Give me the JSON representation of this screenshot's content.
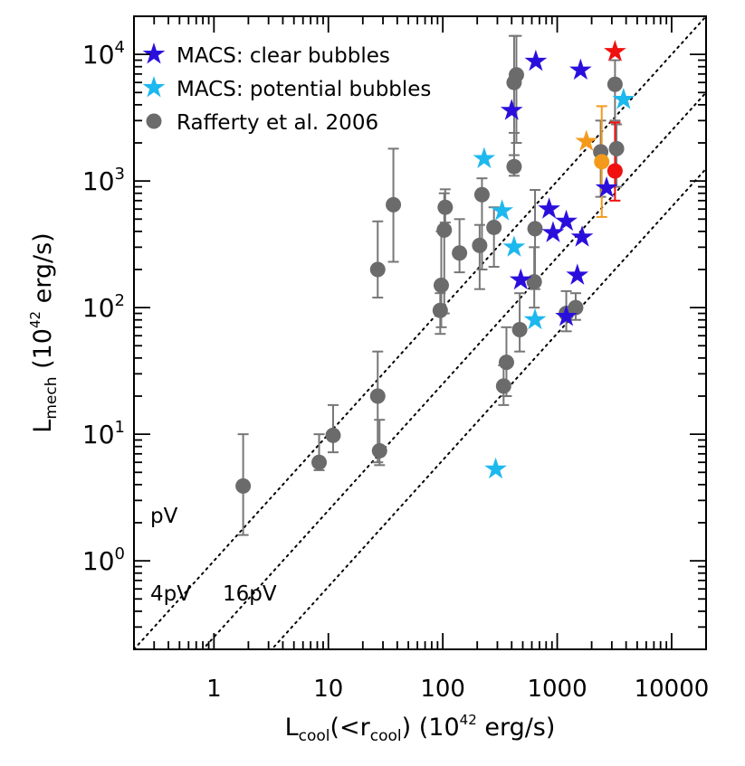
{
  "chart_data": {
    "type": "scatter",
    "title": "",
    "xscale": "log",
    "yscale": "log",
    "xlim": [
      0.2,
      20000
    ],
    "ylim": [
      0.2,
      20000
    ],
    "grid": false,
    "legend_position": "top-left",
    "xlabel": {
      "main": "L",
      "sub": "cool",
      "mid": "(<r",
      "sub2": "cool",
      "after": ") (10",
      "sup": "42",
      "tail": " erg/s)"
    },
    "ylabel": {
      "main": "L",
      "sub": "mech",
      "after": " (10",
      "sup": "42",
      "tail": " erg/s)"
    },
    "xticks": [
      {
        "v": 1,
        "t": "1"
      },
      {
        "v": 10,
        "t": "10"
      },
      {
        "v": 100,
        "t": "100"
      },
      {
        "v": 1000,
        "t": "1000"
      },
      {
        "v": 10000,
        "t": "10000"
      }
    ],
    "yticks": [
      {
        "v": 1,
        "e": "0"
      },
      {
        "v": 10,
        "e": "1"
      },
      {
        "v": 100,
        "e": "2"
      },
      {
        "v": 1000,
        "e": "3"
      },
      {
        "v": 10000,
        "e": "4"
      }
    ],
    "ytick_base": "10",
    "ref_lines": [
      {
        "label": "pV",
        "factor": 1
      },
      {
        "label": "4pV",
        "factor": 4
      },
      {
        "label": "16pV",
        "factor": 16
      }
    ],
    "legend": [
      {
        "label": "MACS: clear bubbles",
        "marker": "star",
        "color": "#2a0fdc"
      },
      {
        "label": "MACS: potential bubbles",
        "marker": "star",
        "color": "#1cb8ee"
      },
      {
        "label": "Rafferty et al. 2006",
        "marker": "circle",
        "color": "#6b6b6b"
      }
    ],
    "series": [
      {
        "name": "Rafferty et al. 2006",
        "marker": "circle",
        "color": "#6b6b6b",
        "points": [
          {
            "x": 1.8,
            "y": 3.9,
            "ylo": 1.6,
            "yhi": 10
          },
          {
            "x": 8.3,
            "y": 6.0,
            "ylo": 5.2,
            "yhi": 10
          },
          {
            "x": 11,
            "y": 9.8,
            "ylo": 7.2,
            "yhi": 17
          },
          {
            "x": 27,
            "y": 20,
            "ylo": 6,
            "yhi": 45
          },
          {
            "x": 28,
            "y": 7.4,
            "ylo": 5.7,
            "yhi": 13
          },
          {
            "x": 27,
            "y": 200,
            "ylo": 120,
            "yhi": 480
          },
          {
            "x": 37,
            "y": 650,
            "ylo": 230,
            "yhi": 1800
          },
          {
            "x": 95,
            "y": 95,
            "ylo": 62,
            "yhi": 130
          },
          {
            "x": 97,
            "y": 150,
            "ylo": 70,
            "yhi": 400
          },
          {
            "x": 103,
            "y": 410,
            "ylo": 90,
            "yhi": 800
          },
          {
            "x": 105,
            "y": 620,
            "ylo": 470,
            "yhi": 860
          },
          {
            "x": 140,
            "y": 270,
            "ylo": 190,
            "yhi": 500
          },
          {
            "x": 210,
            "y": 310,
            "ylo": 140,
            "yhi": 450
          },
          {
            "x": 220,
            "y": 780,
            "ylo": 200,
            "yhi": 1050
          },
          {
            "x": 280,
            "y": 430,
            "ylo": 210,
            "yhi": 620
          },
          {
            "x": 340,
            "y": 24,
            "ylo": 17,
            "yhi": 35
          },
          {
            "x": 360,
            "y": 37,
            "ylo": 20,
            "yhi": 70
          },
          {
            "x": 420,
            "y": 1300,
            "ylo": 1100,
            "yhi": 2400
          },
          {
            "x": 420,
            "y": 6000,
            "ylo": 1600,
            "yhi": 14000
          },
          {
            "x": 440,
            "y": 6900,
            "ylo": 2000,
            "yhi": 14000
          },
          {
            "x": 470,
            "y": 67,
            "ylo": 45,
            "yhi": 130
          },
          {
            "x": 630,
            "y": 160,
            "ylo": 100,
            "yhi": 300
          },
          {
            "x": 640,
            "y": 420,
            "ylo": 140,
            "yhi": 850
          },
          {
            "x": 1200,
            "y": 90,
            "ylo": 65,
            "yhi": 135
          },
          {
            "x": 1450,
            "y": 100,
            "ylo": 80,
            "yhi": 130
          },
          {
            "x": 2400,
            "y": 1700,
            "ylo": 750,
            "yhi": 3000
          },
          {
            "x": 3200,
            "y": 5800,
            "ylo": 3000,
            "yhi": 9000
          },
          {
            "x": 3300,
            "y": 1800,
            "ylo": 900,
            "yhi": 2800
          }
        ]
      },
      {
        "name": "MACS: clear bubbles",
        "marker": "star",
        "color": "#2a0fdc",
        "points": [
          {
            "x": 400,
            "y": 3600
          },
          {
            "x": 650,
            "y": 8800
          },
          {
            "x": 1600,
            "y": 7500
          },
          {
            "x": 480,
            "y": 165
          },
          {
            "x": 850,
            "y": 600
          },
          {
            "x": 920,
            "y": 390
          },
          {
            "x": 1200,
            "y": 480
          },
          {
            "x": 1650,
            "y": 360
          },
          {
            "x": 1500,
            "y": 180
          },
          {
            "x": 1200,
            "y": 85
          },
          {
            "x": 2700,
            "y": 880
          }
        ]
      },
      {
        "name": "MACS: potential bubbles",
        "marker": "star",
        "color": "#1cb8ee",
        "points": [
          {
            "x": 230,
            "y": 1500
          },
          {
            "x": 330,
            "y": 580
          },
          {
            "x": 420,
            "y": 300
          },
          {
            "x": 640,
            "y": 80
          },
          {
            "x": 290,
            "y": 5.3
          },
          {
            "x": 3800,
            "y": 4400
          }
        ]
      },
      {
        "name": "",
        "marker": "star",
        "color": "#f39a1c",
        "points": [
          {
            "x": 1800,
            "y": 2050
          }
        ]
      },
      {
        "name": "",
        "marker": "circle",
        "color": "#f39a1c",
        "points": [
          {
            "x": 2450,
            "y": 1420,
            "ylo": 520,
            "yhi": 3900
          }
        ]
      },
      {
        "name": "",
        "marker": "star",
        "color": "#f01010",
        "points": [
          {
            "x": 3200,
            "y": 10500
          }
        ]
      },
      {
        "name": "",
        "marker": "circle",
        "color": "#f01010",
        "points": [
          {
            "x": 3200,
            "y": 1200,
            "ylo": 700,
            "yhi": 2900
          }
        ]
      }
    ]
  }
}
